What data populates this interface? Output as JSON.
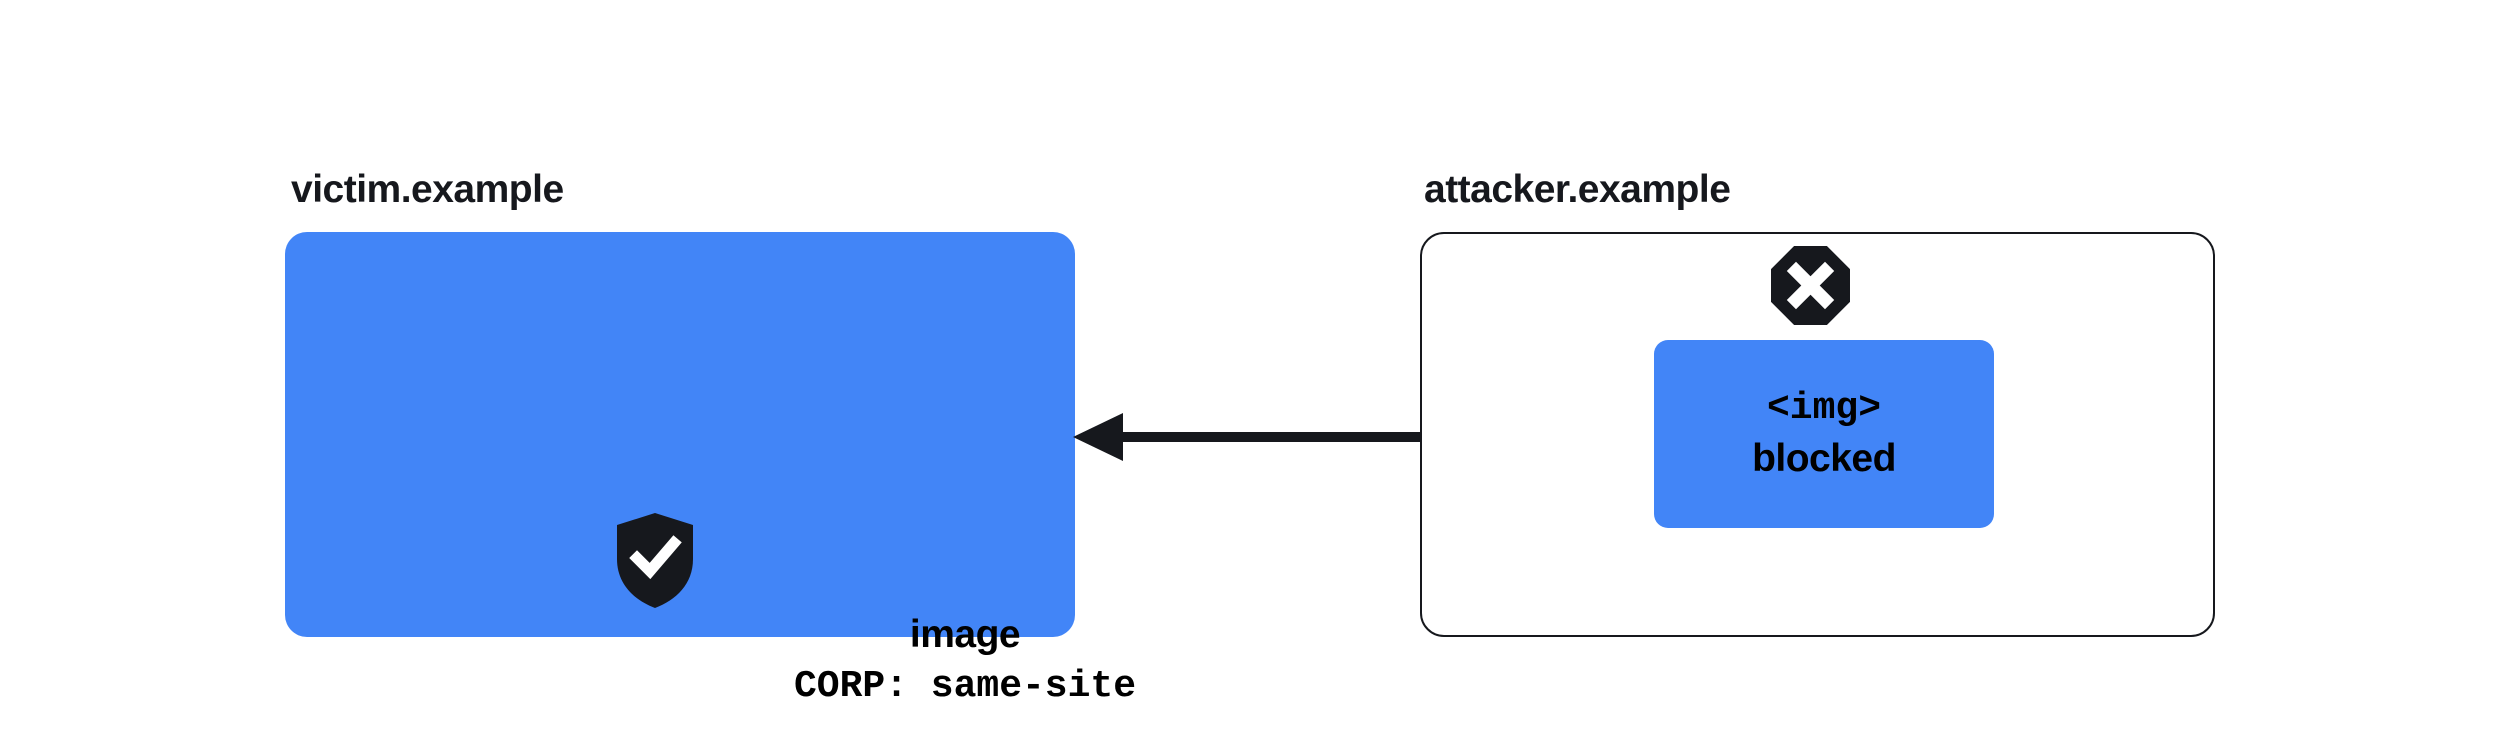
{
  "diagram": {
    "background_color": "#ffffff",
    "accent_color": "#4285f7",
    "ink_color": "#16181d"
  },
  "victim": {
    "label": "victim.example",
    "shield_icon": "shield-check-icon",
    "resource_name": "image",
    "resource_header": "CORP: same-site"
  },
  "attacker": {
    "label": "attacker.example",
    "block_icon": "octagon-x-icon",
    "element_tag": "<img>",
    "element_status": "blocked"
  },
  "arrow": {
    "name": "blocked-request-arrow",
    "direction": "right-to-left"
  }
}
